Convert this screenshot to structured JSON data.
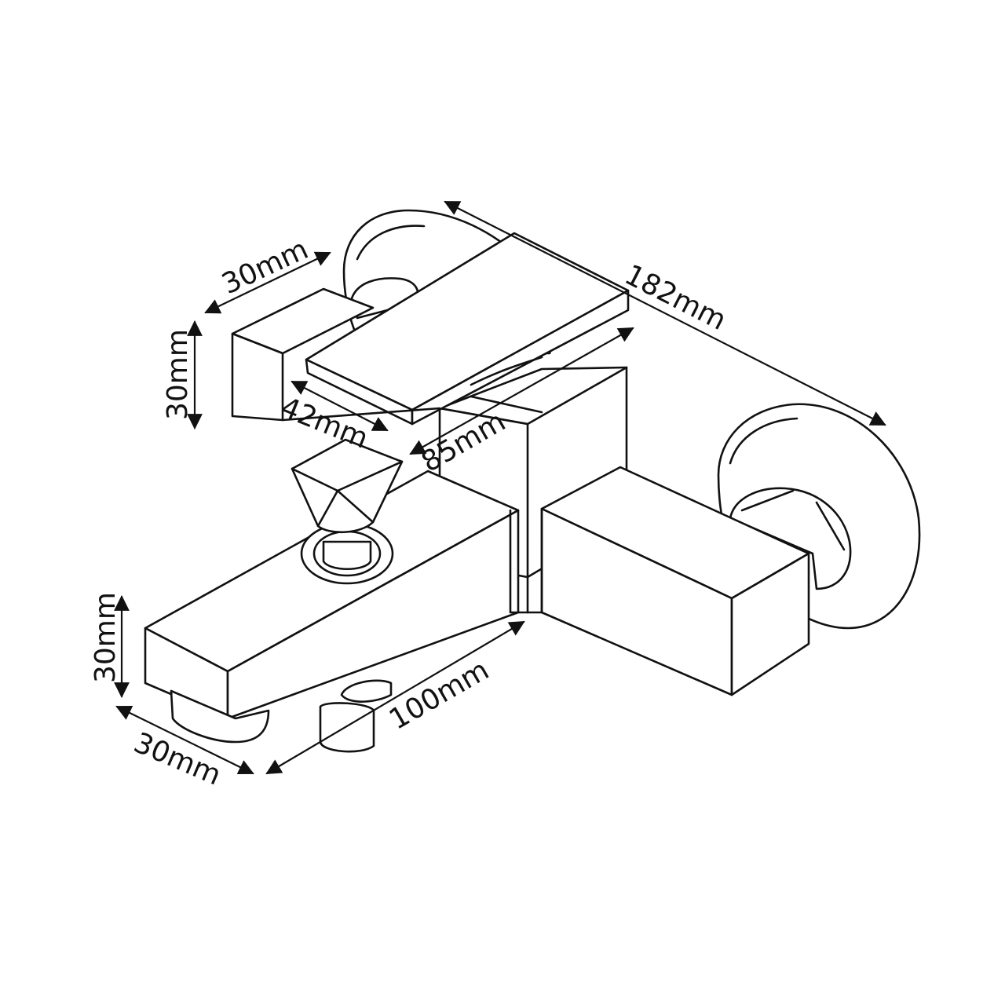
{
  "diagram": {
    "subject": "wall-mounted bath mixer faucet with diverter knob",
    "line_color": "#111111",
    "background": "#ffffff"
  },
  "dimensions": {
    "handle_width": "30mm",
    "handle_height": "30mm",
    "handle_length": "42mm",
    "body_depth": "85mm",
    "overall_length": "182mm",
    "spout_height": "30mm",
    "spout_width": "30mm",
    "spout_length": "100mm"
  }
}
